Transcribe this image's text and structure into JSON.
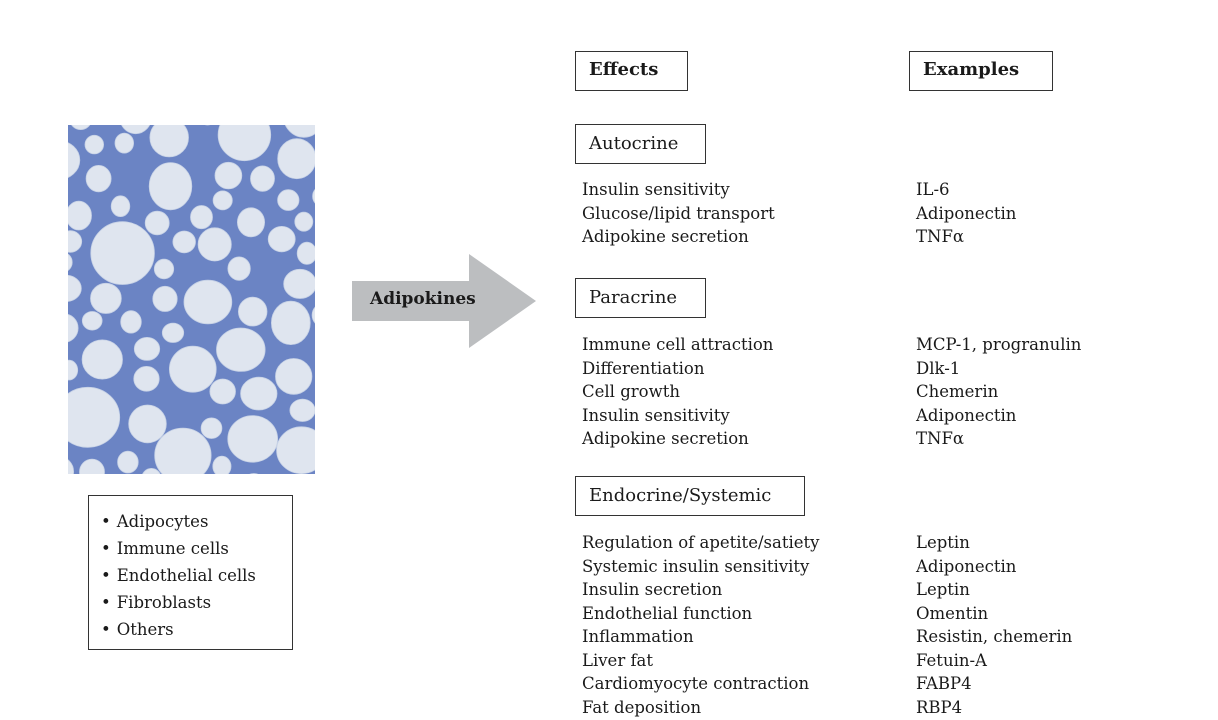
{
  "headers": {
    "effects": "Effects",
    "examples": "Examples"
  },
  "arrow_label": "Adipokines",
  "cell_types": [
    "Adipocytes",
    "Immune cells",
    "Endothelial cells",
    "Fibroblasts",
    "Others"
  ],
  "sections": [
    {
      "title": "Autocrine",
      "effects": [
        "Insulin sensitivity",
        "Glucose/lipid transport",
        "Adipokine secretion"
      ],
      "examples": [
        "IL-6",
        "Adiponectin",
        "TNFα"
      ]
    },
    {
      "title": "Paracrine",
      "effects": [
        "Immune cell attraction",
        "Differentiation",
        "Cell growth",
        "Insulin sensitivity",
        "Adipokine secretion"
      ],
      "examples": [
        "MCP-1, progranulin",
        "Dlk-1",
        "Chemerin",
        "Adiponectin",
        "TNFα"
      ]
    },
    {
      "title": "Endocrine/Systemic",
      "effects": [
        "Regulation of apetite/satiety",
        "Systemic insulin sensitivity",
        "Insulin secretion",
        "Endothelial function",
        "Inflammation",
        "Liver fat",
        "Cardiomyocyte contraction",
        "Fat deposition"
      ],
      "examples": [
        "Leptin",
        "Adiponectin",
        "Leptin",
        "Omentin",
        "Resistin, chemerin",
        "Fetuin-A",
        "FABP4",
        "RBP4"
      ]
    }
  ],
  "colors": {
    "arrow": "#bcbec0",
    "tissue_stroma": "#6b84c4",
    "adipocyte": "#dfe5ef"
  }
}
